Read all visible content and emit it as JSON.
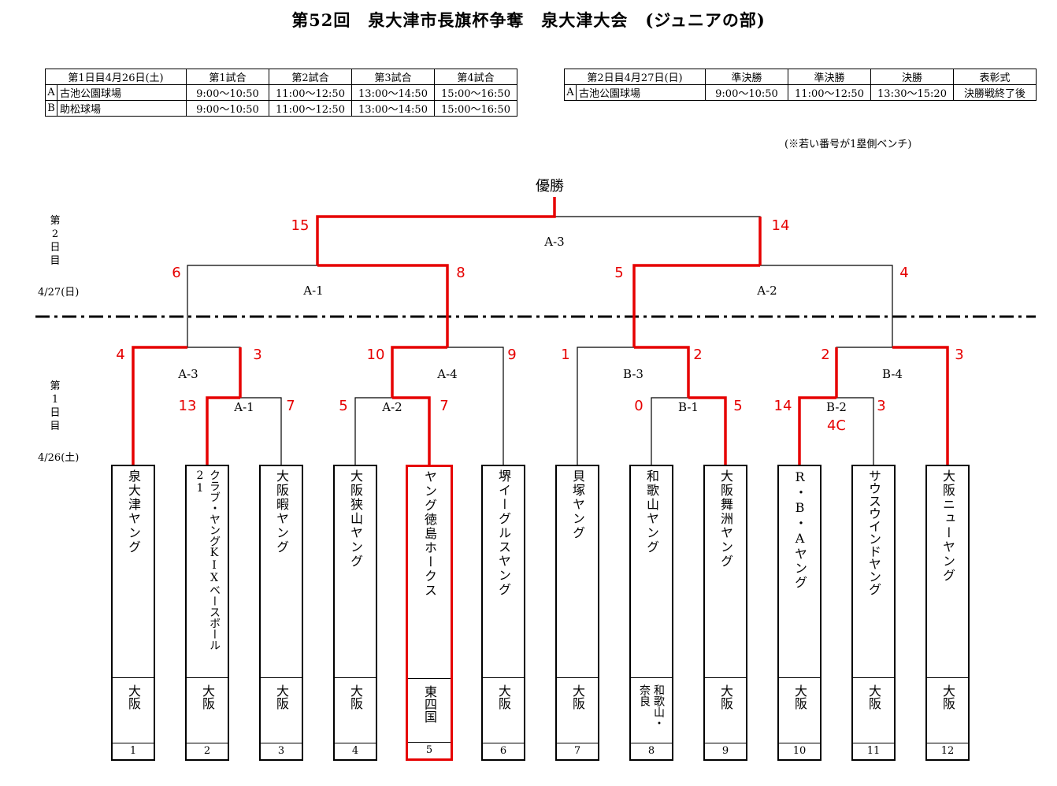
{
  "title": "第52回　泉大津市長旗杯争奪　泉大津大会　(ジュニアの部)",
  "day1_table": {
    "header": [
      "第1日目4月26日(土)",
      "第1試合",
      "第2試合",
      "第3試合",
      "第4試合"
    ],
    "rows": [
      {
        "key": "A",
        "venue": "古池公園球場",
        "times": [
          "9:00～10:50",
          "11:00～12:50",
          "13:00～14:50",
          "15:00～16:50"
        ]
      },
      {
        "key": "B",
        "venue": "助松球場",
        "times": [
          "9:00～10:50",
          "11:00～12:50",
          "13:00～14:50",
          "15:00～16:50"
        ]
      }
    ]
  },
  "day2_table": {
    "header": [
      "第2日目4月27日(日)",
      "準決勝",
      "準決勝",
      "決勝",
      "表彰式"
    ],
    "rows": [
      {
        "key": "A",
        "venue": "古池公園球場",
        "times": [
          "9:00～10:50",
          "11:00～12:50",
          "13:30～15:20",
          "決勝戦終了後"
        ]
      }
    ]
  },
  "note": "(※若い番号が1塁側ベンチ)",
  "champion_label": "優勝",
  "day_labels": {
    "day2": [
      "第",
      "2",
      "日",
      "目"
    ],
    "day2_date": "4/27(日)",
    "day1": [
      "第",
      "1",
      "日",
      "目"
    ],
    "day1_date": "4/26(土)"
  },
  "match_labels": {
    "final": "A-3",
    "sf1": "A-1",
    "sf2": "A-2",
    "r2a": "A-3",
    "r2b": "A-4",
    "r2c": "B-3",
    "r2d": "B-4",
    "r1a": "A-1",
    "r1b": "A-2",
    "r1c": "B-1",
    "r1d": "B-2"
  },
  "scores": {
    "final_left": "15",
    "final_right": "14",
    "sf1_left": "6",
    "sf1_right": "8",
    "sf2_left": "5",
    "sf2_right": "4",
    "r2a_left": "4",
    "r2a_right": "3",
    "r2b_left": "10",
    "r2b_right": "9",
    "r2c_left": "1",
    "r2c_right": "2",
    "r2d_left": "2",
    "r2d_right": "3",
    "r1a_left": "13",
    "r1a_right": "7",
    "r1b_left": "5",
    "r1b_right": "7",
    "r1c_left": "0",
    "r1c_right": "5",
    "r1d_left": "14",
    "r1d_right": "3",
    "r1d_note": "4C"
  },
  "teams": [
    {
      "num": "1",
      "name": "泉大津ヤング",
      "pref": "大阪"
    },
    {
      "num": "2",
      "name": "クラブ・ヤングKIXベースボール21",
      "pref": "大阪"
    },
    {
      "num": "3",
      "name": "大阪暇ヤング",
      "pref": "大阪"
    },
    {
      "num": "4",
      "name": "大阪狭山ヤング",
      "pref": "大阪"
    },
    {
      "num": "5",
      "name": "ヤング徳島ホークス",
      "pref": "東四国"
    },
    {
      "num": "6",
      "name": "堺イーグルスヤング",
      "pref": "大阪"
    },
    {
      "num": "7",
      "name": "貝塚ヤング",
      "pref": "大阪"
    },
    {
      "num": "8",
      "name": "和歌山ヤング",
      "pref": "和歌山・奈良"
    },
    {
      "num": "9",
      "name": "大阪舞洲ヤング",
      "pref": "大阪"
    },
    {
      "num": "10",
      "name": "R・B・Aヤング",
      "pref": "大阪"
    },
    {
      "num": "11",
      "name": "サウスウインドヤング",
      "pref": "大阪"
    },
    {
      "num": "12",
      "name": "大阪ニューヤング",
      "pref": "大阪"
    }
  ],
  "colors": {
    "win_line": "#e60000",
    "line": "#000000"
  }
}
